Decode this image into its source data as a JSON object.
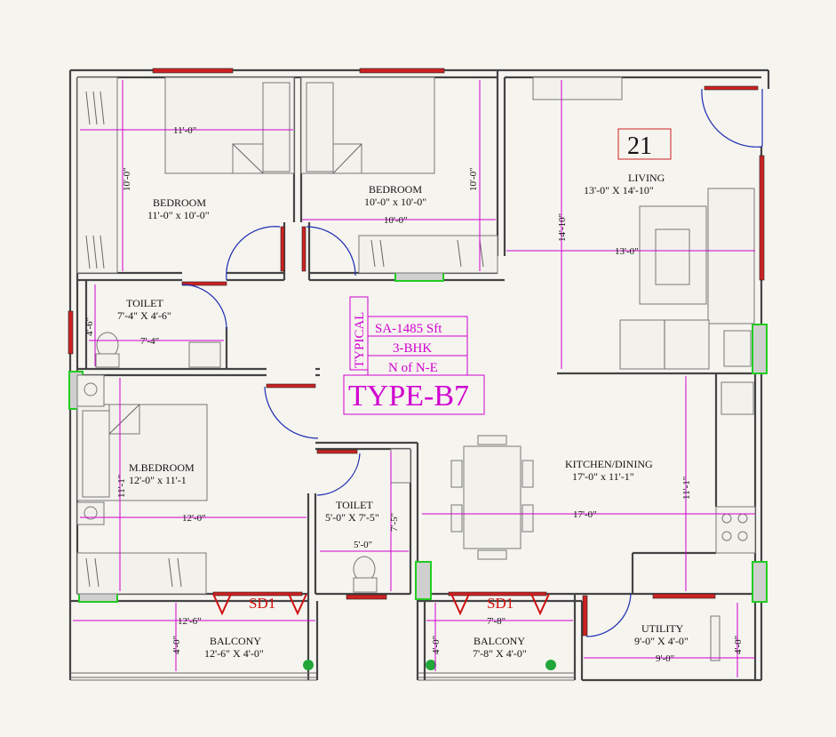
{
  "unit_number": "21",
  "plan_info": {
    "typical": "TYPICAL",
    "area": "SA-1485 Sft",
    "bhk": "3-BHK",
    "facing": "N of N-E",
    "type": "TYPE-B7"
  },
  "rooms": {
    "bedroom1": {
      "name": "BEDROOM",
      "size": "11'-0\" x 10'-0\"",
      "dim_w": "11'-0\"",
      "dim_h": "10'-0\""
    },
    "bedroom2": {
      "name": "BEDROOM",
      "size": "10'-0\" x 10'-0\"",
      "dim_w": "10'-0\"",
      "dim_h": "10'-0\""
    },
    "living": {
      "name": "LIVING",
      "size": "13'-0\" X 14'-10\"",
      "dim_w": "13'-0\"",
      "dim_h": "14'-10\""
    },
    "toilet1": {
      "name": "TOILET",
      "size": "7'-4\" X 4'-6\"",
      "dim_w": "7'-4\"",
      "dim_h": "4'-6\""
    },
    "master": {
      "name": "M.BEDROOM",
      "size": "12'-0\" x 11'-1",
      "dim_w": "12'-0\"",
      "dim_h": "11'-1\""
    },
    "toilet2": {
      "name": "TOILET",
      "size": "5'-0\" X 7'-5\"",
      "dim_w": "5'-0\"",
      "dim_h": "7'-5\""
    },
    "kitchen": {
      "name": "KITCHEN/DINING",
      "size": "17'-0\" x 11'-1\"",
      "dim_w": "17'-0\"",
      "dim_h": "11'-1\""
    },
    "balcony1": {
      "name": "BALCONY",
      "size": "12'-6\" X 4'-0\"",
      "dim_w": "12'-6\"",
      "dim_h": "4'-0\""
    },
    "balcony2": {
      "name": "BALCONY",
      "size": "7'-8\" X 4'-0\"",
      "dim_w": "7'-8\"",
      "dim_h": "4'-0\""
    },
    "utility": {
      "name": "UTILITY",
      "size": "9'-0\" X 4'-0\"",
      "dim_w": "9'-0\"",
      "dim_h": "4'-0\""
    }
  },
  "door_tags": {
    "sd1_left": "SD1",
    "sd1_right": "SD1"
  },
  "colors": {
    "background": "#f6f4ef",
    "wall": "#444444",
    "dimension": "#d000d0",
    "window": "#cc2222",
    "ventilator": "#22cc22",
    "door_swing": "#1a2bb0"
  }
}
